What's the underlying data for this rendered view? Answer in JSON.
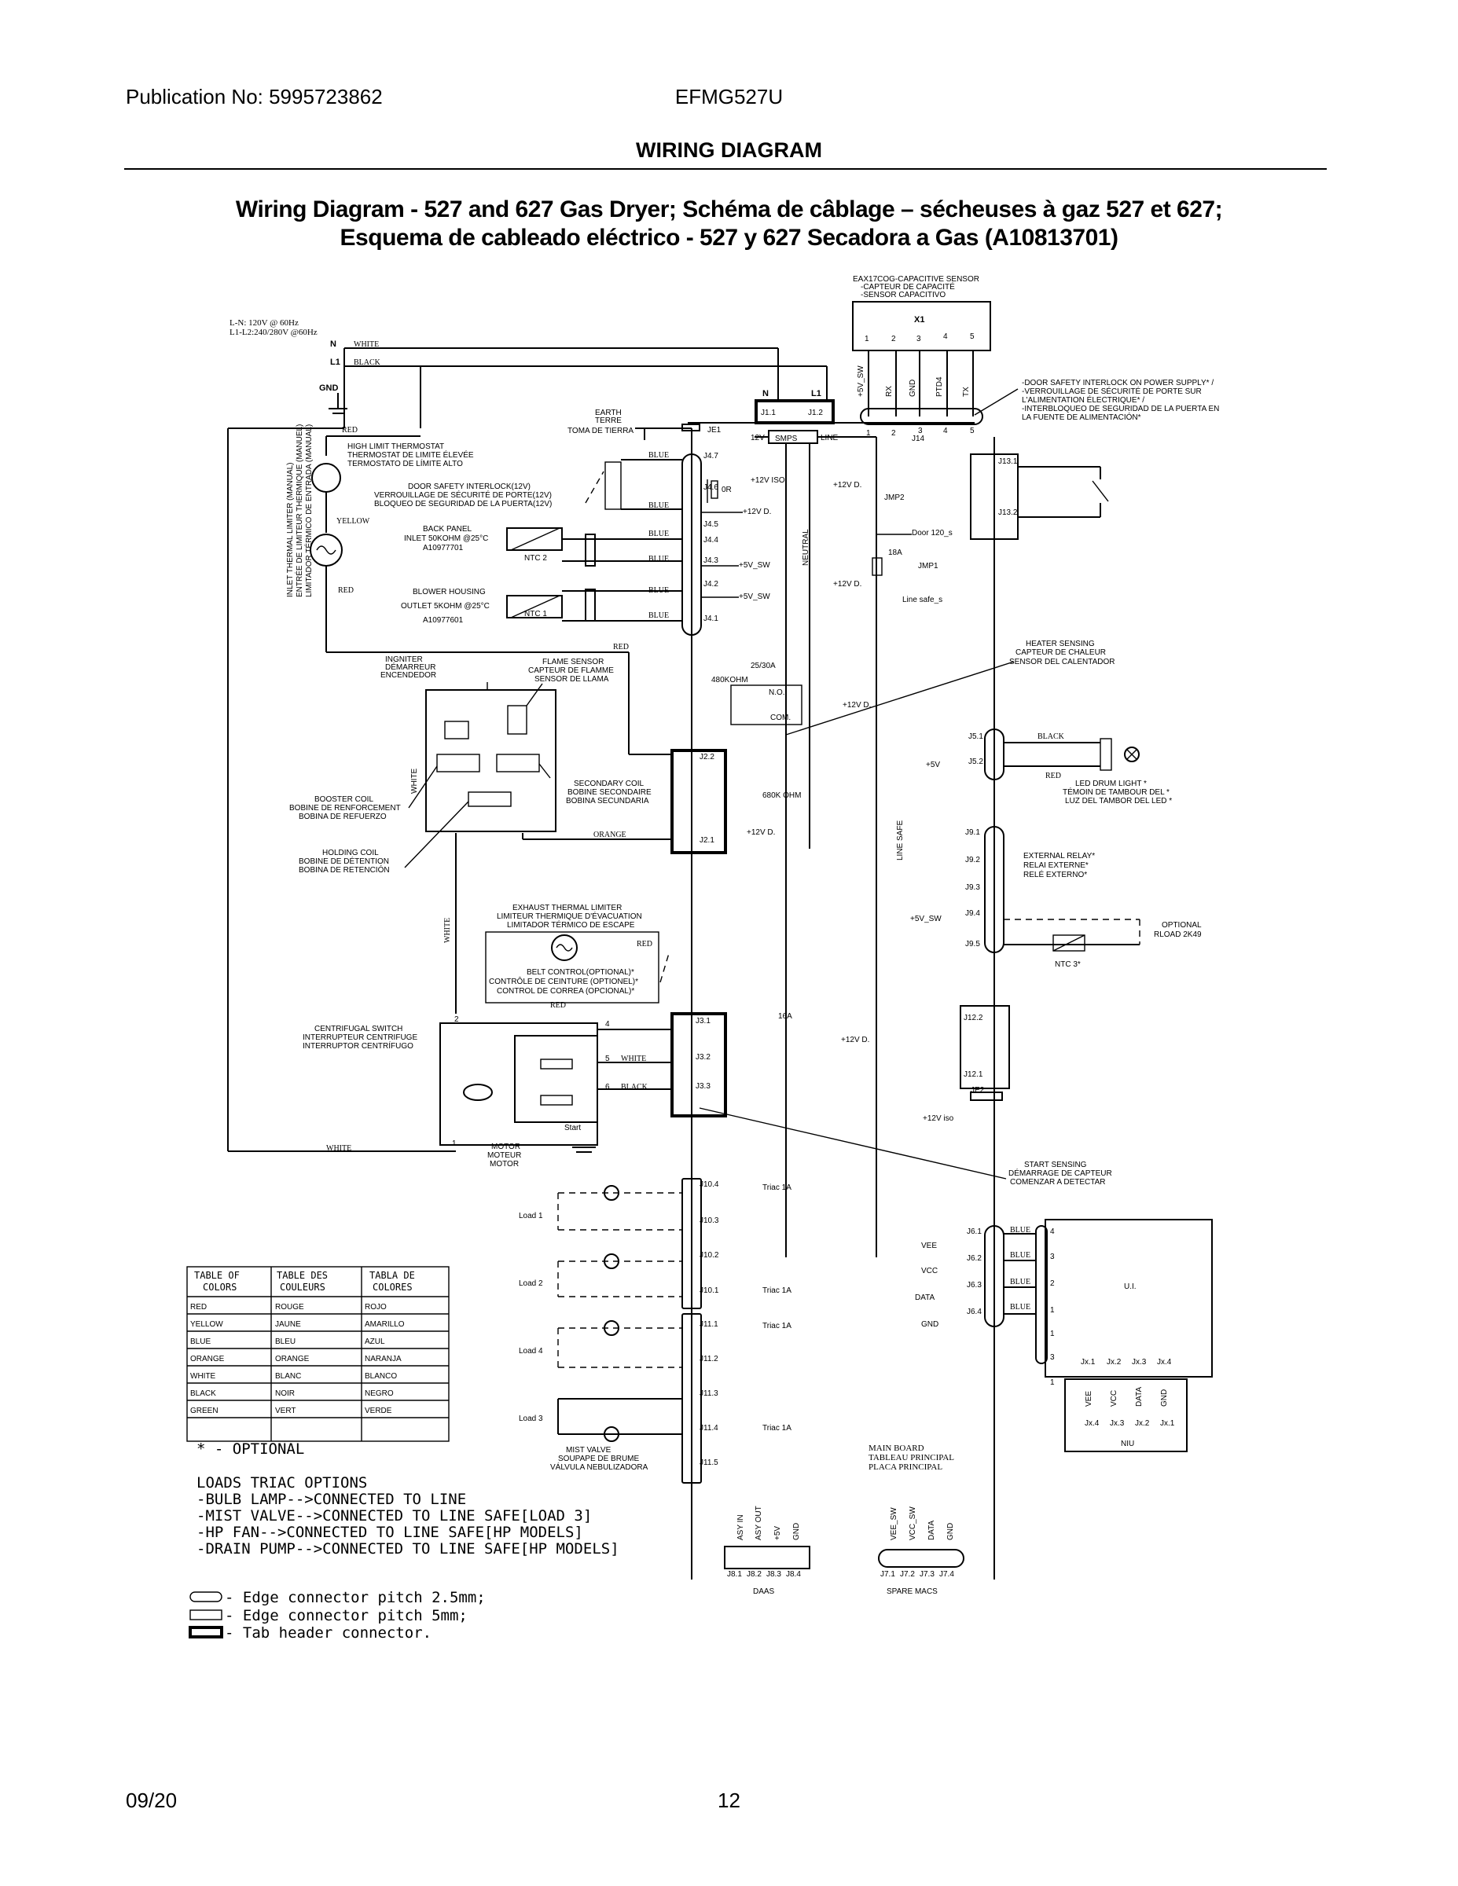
{
  "header": {
    "publication": "Publication No: 5995723862",
    "model": "EFMG527U",
    "section": "WIRING DIAGRAM"
  },
  "diagram_title": {
    "line1": "Wiring Diagram - 527 and 627 Gas Dryer; Schéma de câblage – sécheuses à gaz 527 et 627;",
    "line2": "Esquema de cableado eléctrico - 527 y 627 Secadora a Gas (A10813701)"
  },
  "supply": {
    "line1": "L-N: 120V @ 60Hz",
    "line2": "L1-L2:240/280V @60Hz",
    "n": "N",
    "l1": "L1",
    "gnd": "GND",
    "white": "WHITE",
    "black": "BLACK",
    "red": "RED",
    "yellow": "YELLOW"
  },
  "inlet_limiter": [
    "INLET THERMAL LIMITER (MANUAL)",
    "ENTRÉE DE LIMITEUR THERMIQUE (MANUEL)",
    "LIMITADOR TÉRMICO DE ENTRADA (MANUAL)"
  ],
  "high_limit": [
    "HIGH LIMIT THERMOSTAT",
    "THERMOSTAT DE LIMITE ÉLEVÉE",
    "TERMOSTATO DE LÍMITE ALTO"
  ],
  "door_interlock": [
    "DOOR SAFETY INTERLOCK(12V)",
    "VERROUILLAGE DE SÉCURITÉ DE PORTE(12V)",
    "BLOQUEO DE SEGURIDAD DE LA PUERTA(12V)"
  ],
  "back_panel": [
    "BACK PANEL",
    "INLET 50KOHM @25°C",
    "A10977701"
  ],
  "blower_housing": [
    "BLOWER HOUSING",
    "OUTLET 5KOHM @25°C",
    "A10977601"
  ],
  "ntc": {
    "ntc2": "NTC 2",
    "ntc1": "NTC 1",
    "ntc3": "NTC 3*"
  },
  "earth": [
    "EARTH",
    "TERRE",
    "TOMA DE TIERRA"
  ],
  "cap_sensor": [
    "EAX17COG-CAPACITIVE SENSOR",
    "-CAPTEUR DE CAPACITÉ",
    "-SENSOR CAPACITIVO"
  ],
  "x1": {
    "label": "X1",
    "pins": [
      "1",
      "2",
      "3",
      "4",
      "5"
    ],
    "signals": [
      "+5V_SW",
      "RX",
      "GND",
      "PTD4",
      "TX"
    ]
  },
  "door_supply_note": [
    "-DOOR SAFETY INTERLOCK ON POWER SUPPLY* /",
    "-VERROUILLAGE DE SÉCURITÉ DE PORTE SUR",
    "L'ALIMENTATION ÉLECTRIQUE* /",
    "-INTERBLOQUEO DE SEGURIDAD DE LA PUERTA EN",
    "LA FUENTE DE ALIMENTACIÓN*"
  ],
  "board_labels": {
    "j11": "J1.1",
    "j12": "J1.2",
    "n": "N",
    "l1": "L1",
    "je1": "JE1",
    "smps": "SMPS",
    "v12": "12V",
    "line": "LINE",
    "j47": "J4.7",
    "j46": "J4.6",
    "j45": "J4.5",
    "j44": "J4.4",
    "j43": "J4.3",
    "j42": "J4.2",
    "j41": "J4.1",
    "zero_r": "0R",
    "v12iso": "+12V ISO",
    "v12d": "+12V D.",
    "v5sw": "+5V_SW",
    "neutral": "NEUTRAL",
    "jmp2": "JMP2",
    "door120": "Door 120_s",
    "r18a": "18A",
    "jmp1": "JMP1",
    "linesafe_s": "Line safe_s",
    "j131": "J13.1",
    "j132": "J13.2",
    "j14": "J14",
    "blue": "BLUE"
  },
  "heater_sensing": [
    "HEATER SENSING",
    "CAPTEUR DE CHALEUR",
    "SENSOR DEL CALENTADOR"
  ],
  "igniter": [
    "INGNITER",
    "DÉMARREUR",
    "ENCENDEDOR"
  ],
  "flame_sensor": [
    "FLAME SENSOR",
    "CAPTEUR DE FLAMME",
    "SENSOR DE LLAMA"
  ],
  "booster_coil": [
    "BOOSTER COIL",
    "BOBINE DE RENFORCEMENT",
    "BOBINA DE REFUERZO"
  ],
  "holding_coil": [
    "HOLDING COIL",
    "BOBINE DE DÉTENTION",
    "BOBINA DE RETENCIÓN"
  ],
  "secondary_coil": [
    "SECONDARY COIL",
    "BOBINE SECONDAIRE",
    "BOBINA SECUNDARIA"
  ],
  "gas_valve": {
    "r480": "480KOHM",
    "relay": "25/30A",
    "no": "N.O.",
    "com": "COM.",
    "j22": "J2.2",
    "j21": "J2.1",
    "r680": "680K OHM",
    "orange": "ORANGE",
    "white": "WHITE",
    "red": "RED"
  },
  "led_drum": {
    "j51": "J5.1",
    "j52": "J5.2",
    "v5": "+5V",
    "black": "BLACK",
    "red": "RED",
    "text": [
      "LED DRUM LIGHT *",
      "TÉMOIN DE TAMBOUR DEL *",
      "LUZ DEL TAMBOR DEL LED *"
    ]
  },
  "line_safe": "LINE SAFE",
  "external_relay": {
    "pins": [
      "J9.1",
      "J9.2",
      "J9.3",
      "J9.4",
      "J9.5"
    ],
    "text": [
      "EXTERNAL RELAY*",
      "RELAI EXTERNE*",
      "RELÉ EXTERNO*"
    ],
    "v5sw": "+5V_SW"
  },
  "optional_rload": [
    "OPTIONAL",
    "RLOAD 2K49"
  ],
  "exhaust_limiter": [
    "EXHAUST THERMAL LIMITER",
    "LIMITEUR THERMIQUE D'ÉVACUATION",
    "LIMITADOR TÉRMICO DE ESCAPE"
  ],
  "belt_control": [
    "BELT CONTROL(OPTIONAL)*",
    "CONTRÔLE DE CEINTURE (OPTIONEL)*",
    "CONTROL DE CORREA (OPCIONAL)*"
  ],
  "centrifugal": [
    "CENTRIFUGAL SWITCH",
    "INTERRUPTEUR CENTRIFUGE",
    "INTERRUPTOR CENTRÍFUGO"
  ],
  "motor": {
    "text": [
      "MOTOR",
      "MOTEUR",
      "MOTOR"
    ],
    "start": "Start",
    "j31": "J3.1",
    "j32": "J3.2",
    "j33": "J3.3",
    "r16a": "16A",
    "white": "WHITE",
    "black": "BLACK",
    "red": "RED",
    "n1": "1",
    "n2": "2",
    "n4": "4",
    "n5": "5",
    "n6": "6"
  },
  "j12_block": {
    "j122": "J12.2",
    "j121": "J12.1",
    "je2": "JE2",
    "v12iso": "+12V iso"
  },
  "start_sensing": [
    "START SENSING",
    "DÉMARRAGE DE CAPTEUR",
    "COMENZAR A DETECTAR"
  ],
  "loads": {
    "load1": "Load 1",
    "load2": "Load 2",
    "load4": "Load 4",
    "load3": "Load 3",
    "j10": [
      "J10.4",
      "J10.3",
      "J10.2",
      "J10.1"
    ],
    "j11": [
      "J11.1",
      "J11.2",
      "J11.3",
      "J11.4",
      "J11.5"
    ],
    "triac": "Triac 1A"
  },
  "mist_valve": [
    "MIST VALVE",
    "SOUPAPE DE BRUME",
    "VÁLVULA NEBULIZADORA"
  ],
  "ui": {
    "vee": "VEE",
    "vcc": "VCC",
    "data": "DATA",
    "gnd": "GND",
    "j6": [
      "J6.1",
      "J6.2",
      "J6.3",
      "J6.4"
    ],
    "blue": "BLUE",
    "pins": [
      "4",
      "3",
      "2",
      "1",
      "1",
      "3",
      "1"
    ],
    "ui_label": "U.I.",
    "jx": [
      "Jx.1",
      "Jx.2",
      "Jx.3",
      "Jx.4"
    ],
    "jx_rev": [
      "Jx.4",
      "Jx.3",
      "Jx.2",
      "Jx.1"
    ],
    "niu_sig": [
      "VEE",
      "VCC",
      "DATA",
      "GND"
    ],
    "niu": "NIU"
  },
  "main_board": [
    "MAIN BOARD",
    "TABLEAU PRINCIPAL",
    "PLACA PRINCIPAL"
  ],
  "daas": {
    "signals": [
      "ASY IN",
      "ASY OUT",
      "+5V",
      "GND"
    ],
    "pins": [
      "J8.1",
      "J8.2",
      "J8.3",
      "J8.4"
    ],
    "label": "DAAS"
  },
  "macs": {
    "signals": [
      "VEE_SW",
      "VCC_SW",
      "DATA",
      "GND"
    ],
    "pins": [
      "J7.1",
      "J7.2",
      "J7.3",
      "J7.4"
    ],
    "label": "SPARE MACS"
  },
  "color_table": {
    "headers": [
      [
        "TABLE OF",
        "COLORS"
      ],
      [
        "TABLE DES",
        "COULEURS"
      ],
      [
        "TABLA DE",
        "COLORES"
      ]
    ],
    "rows": [
      [
        "RED",
        "ROUGE",
        "ROJO"
      ],
      [
        "YELLOW",
        "JAUNE",
        "AMARILLO"
      ],
      [
        "BLUE",
        "BLEU",
        "AZUL"
      ],
      [
        "ORANGE",
        "ORANGE",
        "NARANJA"
      ],
      [
        "WHITE",
        "BLANC",
        "BLANCO"
      ],
      [
        "BLACK",
        "NOIR",
        "NEGRO"
      ],
      [
        "GREEN",
        "VERT",
        "VERDE"
      ]
    ]
  },
  "notes": {
    "optional": "* - OPTIONAL",
    "loads_title": "LOADS TRIAC OPTIONS",
    "loads": [
      "-BULB LAMP-->CONNECTED TO LINE",
      "-MIST VALVE-->CONNECTED TO LINE SAFE[LOAD 3]",
      "-HP FAN-->CONNECTED TO LINE SAFE[HP MODELS]",
      "-DRAIN PUMP-->CONNECTED TO LINE SAFE[HP MODELS]"
    ],
    "legend": [
      "- Edge connector pitch 2.5mm;",
      "- Edge connector pitch 5mm;",
      "- Tab header connector."
    ]
  },
  "footer": {
    "date": "09/20",
    "page": "12"
  }
}
